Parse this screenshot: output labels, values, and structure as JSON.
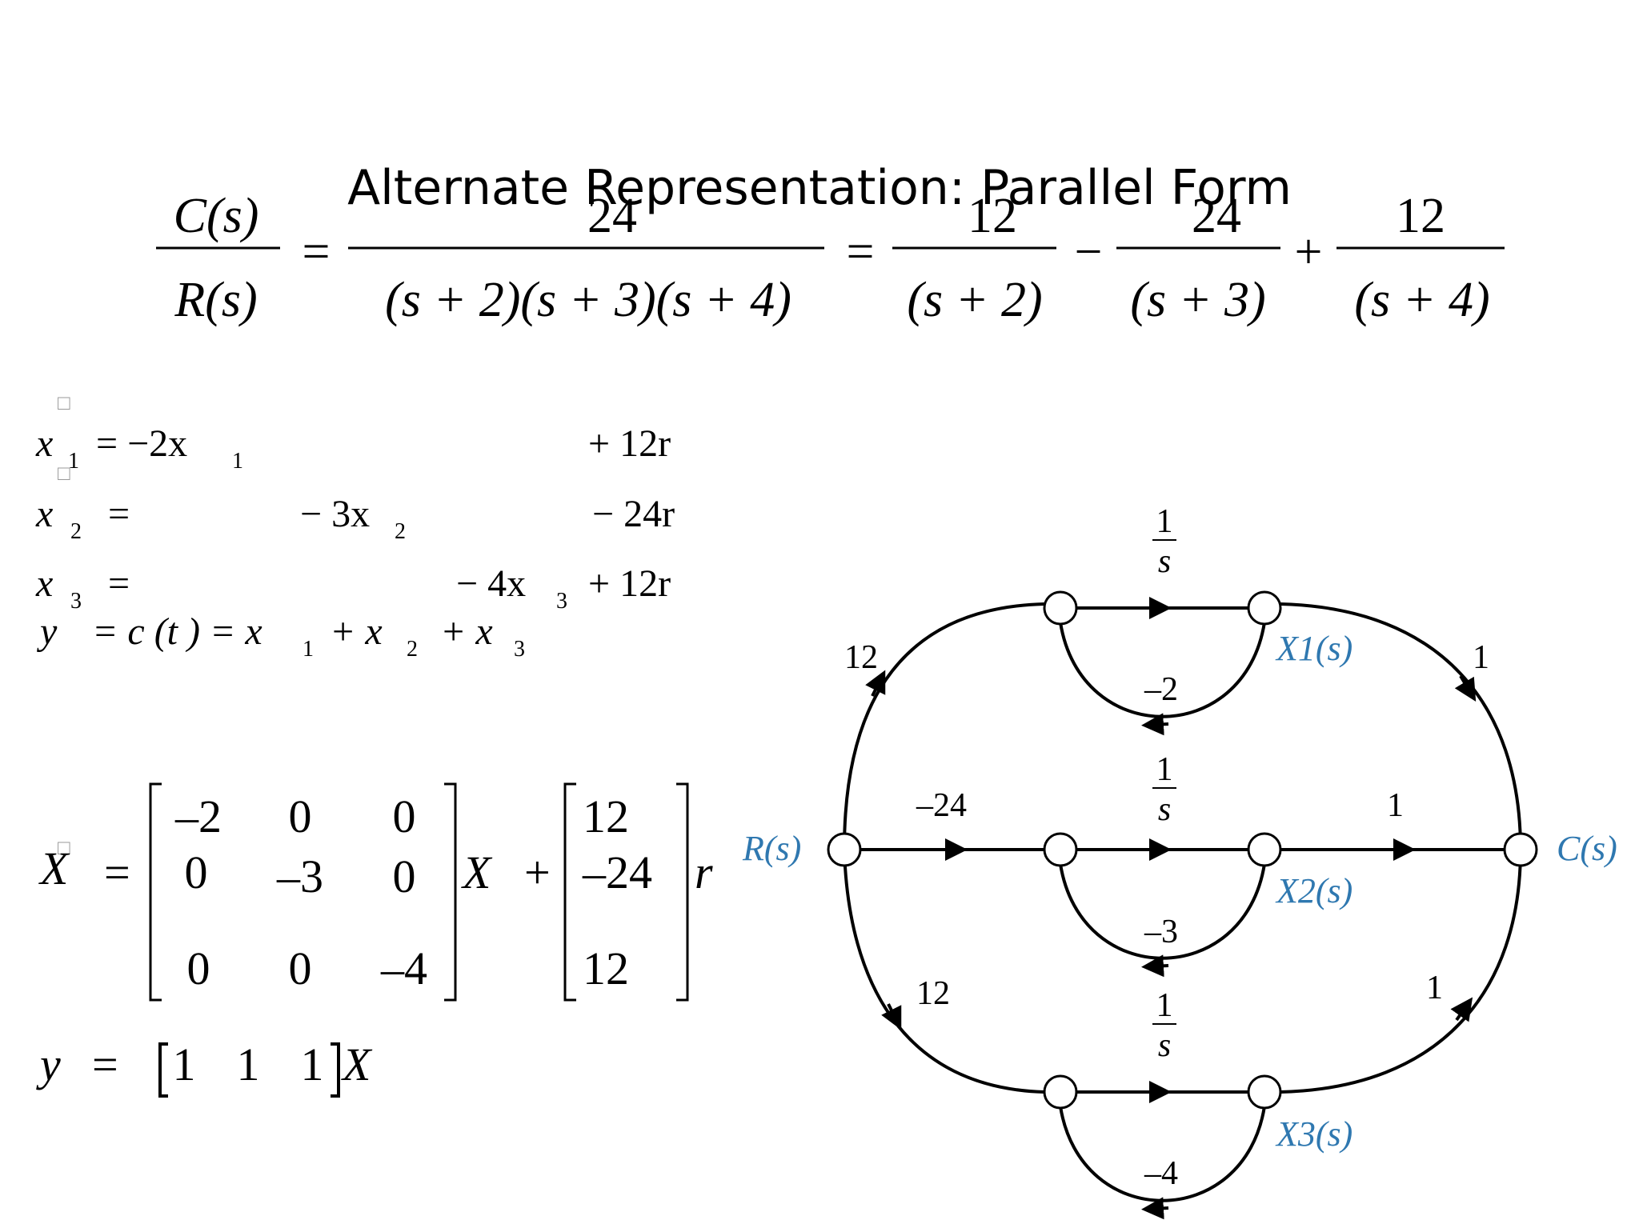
{
  "slide": {
    "title": "Alternate Representation: Parallel Form"
  },
  "transfer_function": {
    "lhs_num": "C(s)",
    "lhs_den": "R(s)",
    "combined_num": "24",
    "combined_den": "(s + 2)(s + 3)(s + 4)",
    "terms": [
      {
        "num": "12",
        "den": "(s + 2)",
        "sign": ""
      },
      {
        "num": "24",
        "den": "(s + 3)",
        "sign": "−"
      },
      {
        "num": "12",
        "den": "(s + 4)",
        "sign": "+"
      }
    ],
    "equals": "="
  },
  "state_equations": {
    "x1": {
      "lhs": "x",
      "sub": "1",
      "mid": "= −2x",
      "mid_sub": "1",
      "input": "+ 12r"
    },
    "x2": {
      "lhs": "x",
      "sub": "2",
      "eq": "=",
      "mid": "− 3x",
      "mid_sub": "2",
      "input": "− 24r"
    },
    "x3": {
      "lhs": "x",
      "sub": "3",
      "eq": "=",
      "mid": "− 4x",
      "mid_sub": "3",
      "input": "+ 12r"
    },
    "output": {
      "lhs": "y",
      "rhs_a": "= c (t ) = x",
      "sub1": "1",
      "plus1": "+ x",
      "sub2": "2",
      "plus2": "+ x",
      "sub3": "3"
    },
    "placeholder_glyph": "□"
  },
  "matrix_form": {
    "lhs": "X",
    "eq": "=",
    "A": [
      [
        "–2",
        "0",
        "0"
      ],
      [
        "0",
        "–3",
        "0"
      ],
      [
        "0",
        "0",
        "–4"
      ]
    ],
    "X_label": "X",
    "plus": "+",
    "B": [
      "12",
      "–24",
      "12"
    ],
    "r_label": "r",
    "output_lhs": "y",
    "output_eq": "=",
    "C": [
      "1",
      "1",
      "1"
    ],
    "output_X": "X"
  },
  "signal_flow_graph": {
    "input_node": "R(s)",
    "output_node": "C(s)",
    "state_labels": [
      "X1(s)",
      "X2(s)",
      "X3(s)"
    ],
    "integrator_num": "1",
    "integrator_den": "s",
    "input_gains": [
      "12",
      "–24",
      "12"
    ],
    "feedback_gains": [
      "–2",
      "–3",
      "–4"
    ],
    "output_gains": [
      "1",
      "1",
      "1"
    ],
    "colors": {
      "label_blue": "#2f78b0",
      "line": "#000000"
    }
  }
}
